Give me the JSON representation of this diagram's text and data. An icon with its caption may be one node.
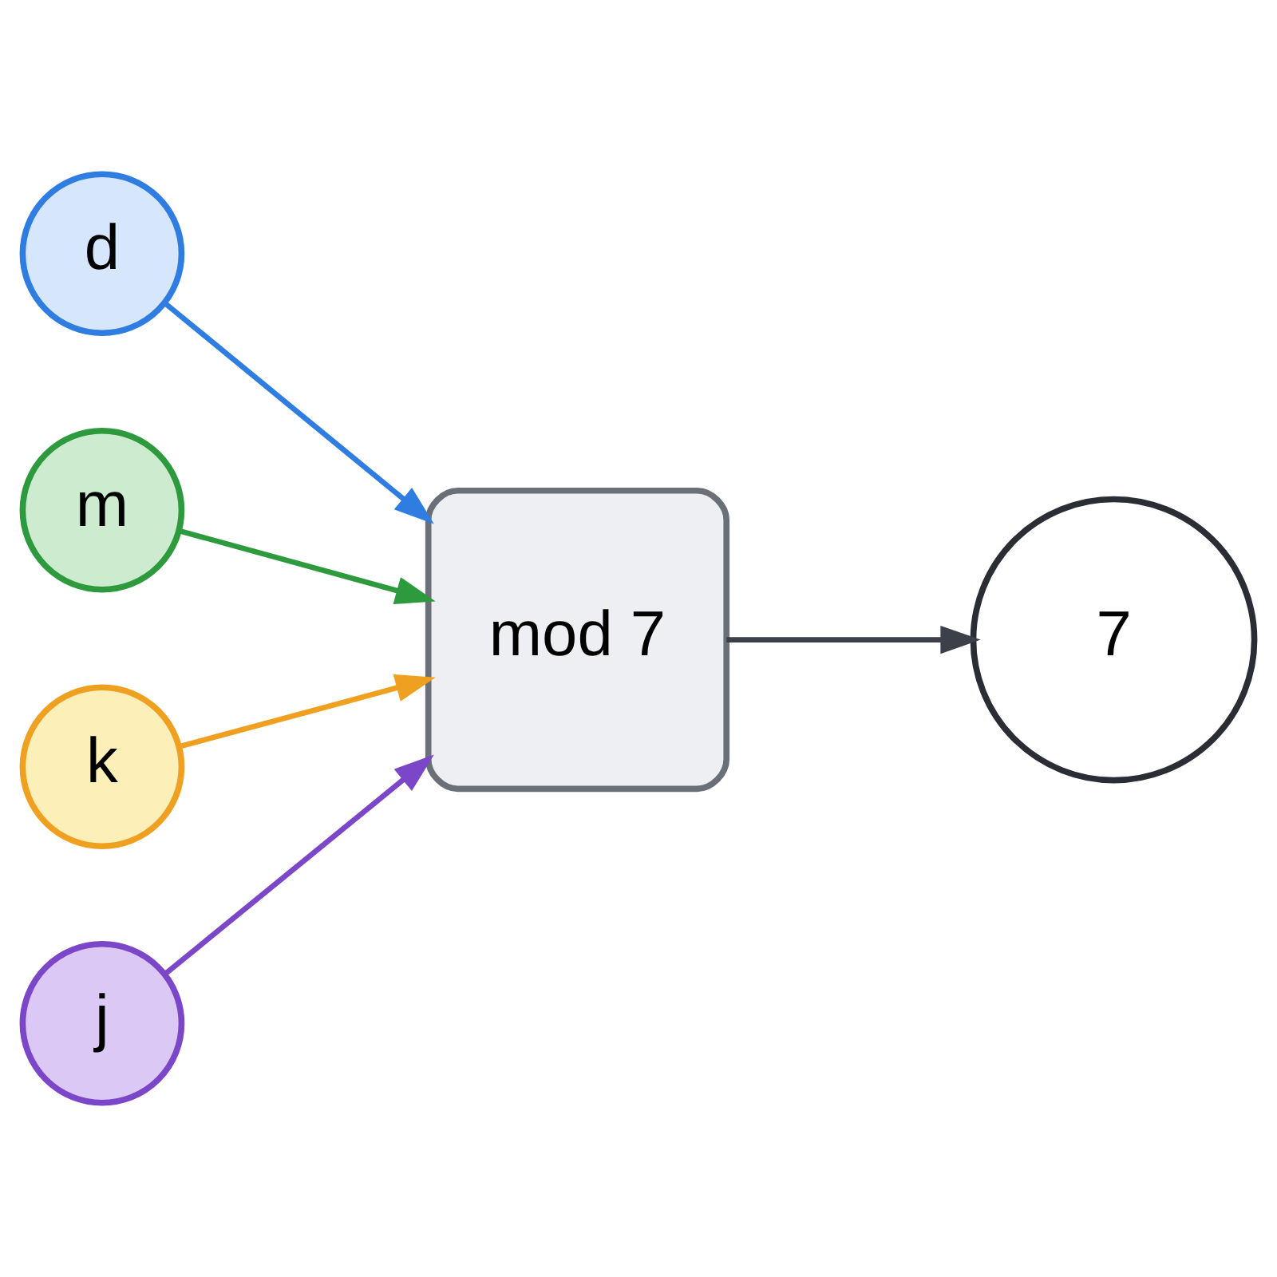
{
  "diagram": {
    "nodes": [
      {
        "text": [
          "d"
        ]
      },
      {
        "text": [
          "m"
        ]
      },
      {
        "text": [
          "k"
        ]
      },
      {
        "text": [
          "j"
        ]
      },
      {
        "text": [
          "mod 7"
        ]
      },
      {
        "text": [
          "7"
        ]
      }
    ],
    "edges": [
      {
        "from": 0,
        "to": 4,
        "arrow": "to",
        "color": "#2f7de1"
      },
      {
        "from": 1,
        "to": 4,
        "arrow": "to",
        "color": "#2e9a3e"
      },
      {
        "from": 2,
        "to": 4,
        "arrow": "to",
        "color": "#f0a020"
      },
      {
        "from": 3,
        "to": 4,
        "arrow": "to",
        "color": "#7b47c8"
      },
      {
        "from": 4,
        "to": 5,
        "arrow": "to",
        "color": "#3c4048"
      }
    ]
  }
}
